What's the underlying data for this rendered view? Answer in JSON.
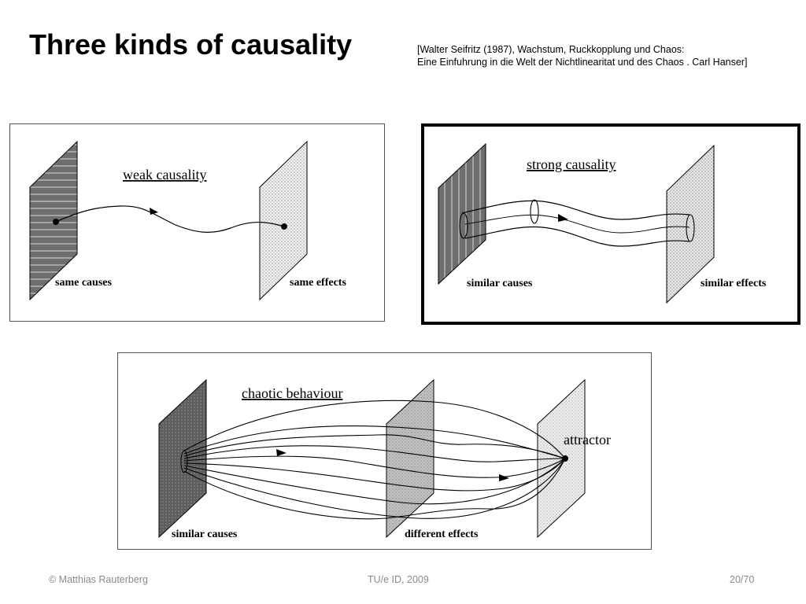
{
  "slide": {
    "title": "Three kinds of causality",
    "reference": {
      "line1": "[Walter Seifritz  (1987), Wachstum, Ruckkopplung und Chaos:",
      "line2": "Eine Einfuhrung in die Welt der Nichtlinearitat und des Chaos . Carl Hanser]"
    }
  },
  "weak": {
    "heading": "weak causality",
    "causes_label": "same causes",
    "effects_label": "same effects"
  },
  "strong": {
    "heading": "strong causality",
    "causes_label": "similar causes",
    "effects_label": "similar effects"
  },
  "chaotic": {
    "heading": "chaotic behaviour",
    "causes_label": "similar causes",
    "effects_label": "different effects",
    "attractor_label": "attractor"
  },
  "footer": {
    "author": "© Matthias Rauterberg",
    "course": "TU/e ID, 2009",
    "page": "20/70"
  }
}
